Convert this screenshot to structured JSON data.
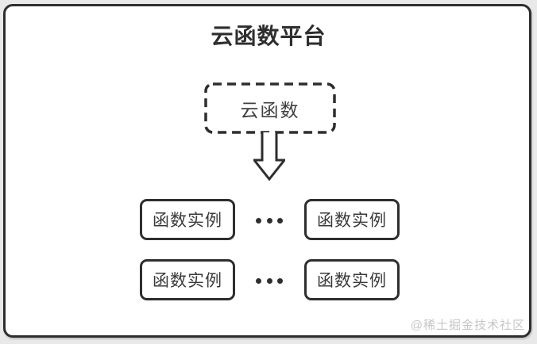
{
  "diagram": {
    "title": "云函数平台",
    "cloud_function": {
      "label": "云函数"
    },
    "arrow": {
      "icon": "down-block-arrow-icon",
      "direction": "down"
    },
    "more_indicator_icon": "ellipsis-icon",
    "instance_rows": [
      {
        "left": "函数实例",
        "right": "函数实例"
      },
      {
        "left": "函数实例",
        "right": "函数实例"
      }
    ]
  },
  "footer": {
    "watermark": "@稀土掘金技术社区"
  },
  "colors": {
    "frame_border": "#2e2e2e",
    "box_border": "#2e2e2e",
    "title_text": "#2e2e2e",
    "box_text": "#3a3a3a",
    "background_outer": "#e9e9e9",
    "background_inner": "#ffffff",
    "watermark_text": "#c6c6c6"
  }
}
